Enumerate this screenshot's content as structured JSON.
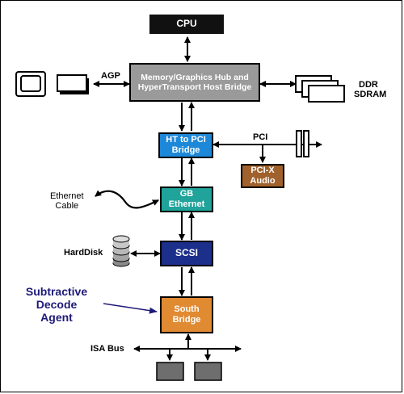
{
  "blocks": {
    "cpu": "CPU",
    "hub_line1": "Memory/Graphics Hub and",
    "hub_line2": "HyperTransport Host Bridge",
    "ht_line1": "HT to PCI",
    "ht_line2": "Bridge",
    "gb_line1": "GB",
    "gb_line2": "Ethernet",
    "scsi": "SCSI",
    "south_line1": "South",
    "south_line2": "Bridge",
    "pcix_line1": "PCI-X",
    "pcix_line2": "Audio"
  },
  "labels": {
    "agp": "AGP",
    "ddr_line1": "DDR",
    "ddr_line2": "SDRAM",
    "pci": "PCI",
    "ethernet_line1": "Ethernet",
    "ethernet_line2": "Cable",
    "harddisk": "HardDisk",
    "isa_bus": "ISA Bus",
    "subtractive_line1": "Subtractive",
    "subtractive_line2": "Decode",
    "subtractive_line3": "Agent"
  },
  "colors": {
    "cpu": "#111111",
    "hub": "#9a9a9a",
    "ht_bridge": "#1e88d8",
    "gb_ethernet": "#1fa39a",
    "scsi": "#1c2f8a",
    "south_bridge": "#e08a32",
    "pcix_audio": "#a0612c",
    "isa_device": "#6e6e6e",
    "annotation": "#1e1a78"
  }
}
